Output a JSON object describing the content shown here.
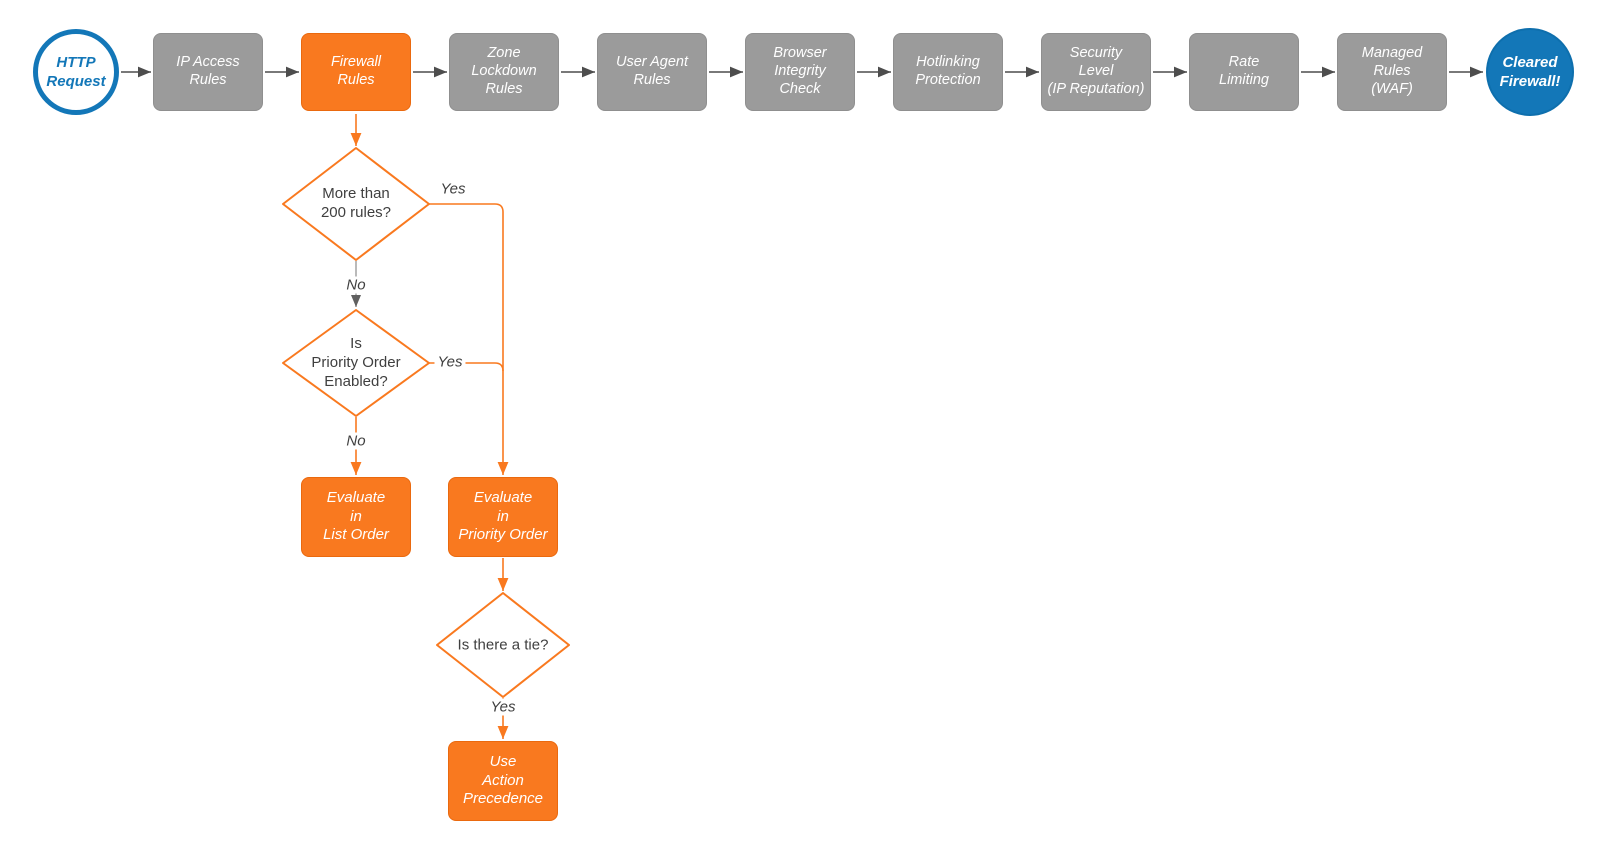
{
  "colors": {
    "orange": "#F9791F",
    "orange_border": "#EA690E",
    "gray_box": "#9B9B9B",
    "gray_box_border": "#8F8F8F",
    "blue": "#1377B8",
    "dark_arrow": "#4D4D4D",
    "gray_line": "#A8A8A8",
    "gray_arrowhead": "#606060",
    "text_dark": "#3F3F3F",
    "background": "#FFFFFF"
  },
  "flow": {
    "start": {
      "label": "HTTP\nRequest"
    },
    "stages": [
      {
        "label": "IP Access\nRules",
        "highlighted": false
      },
      {
        "label": "Firewall\nRules",
        "highlighted": true
      },
      {
        "label": "Zone\nLockdown\nRules",
        "highlighted": false
      },
      {
        "label": "User Agent\nRules",
        "highlighted": false
      },
      {
        "label": "Browser\nIntegrity\nCheck",
        "highlighted": false
      },
      {
        "label": "Hotlinking\nProtection",
        "highlighted": false
      },
      {
        "label": "Security\nLevel\n(IP Reputation)",
        "highlighted": false
      },
      {
        "label": "Rate\nLimiting",
        "highlighted": false
      },
      {
        "label": "Managed\nRules\n(WAF)",
        "highlighted": false
      }
    ],
    "end": {
      "label": "Cleared\nFirewall!"
    },
    "decisions": [
      {
        "label": "More than\n200 rules?"
      },
      {
        "label": "Is\nPriority Order\nEnabled?"
      },
      {
        "label": "Is there a tie?"
      }
    ],
    "actions": [
      {
        "label": "Evaluate\nin\nList Order"
      },
      {
        "label": "Evaluate\nin\nPriority Order"
      },
      {
        "label": "Use\nAction\nPrecedence"
      }
    ],
    "edge_labels": {
      "more_than_200_yes": "Yes",
      "more_than_200_no": "No",
      "priority_enabled_yes": "Yes",
      "priority_enabled_no": "No",
      "tie_yes": "Yes"
    }
  }
}
